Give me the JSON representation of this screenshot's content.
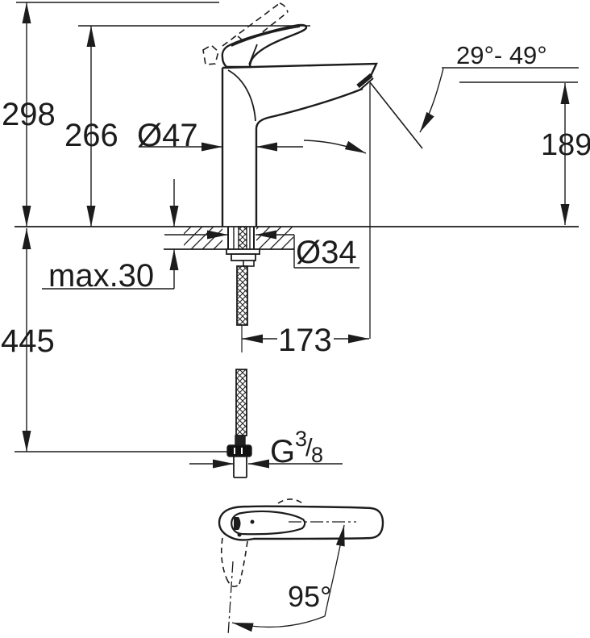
{
  "drawing": {
    "title": "single-lever basin mixer faucet installation dimension drawing",
    "colors": {
      "line": "#1c1c1c",
      "background": "#ffffff"
    },
    "dimensions": {
      "overall_height": "298",
      "handle_height": "266",
      "body_diameter": "Ø47",
      "spout_angle_range": "29°- 49°",
      "spout_outlet_height": "189",
      "max_deck_thickness": "max.30",
      "mounting_hole_diameter": "Ø34",
      "hose_length": "445",
      "spout_reach": "173",
      "handle_swivel_angle": "95°",
      "thread": {
        "prefix": "G",
        "numerator": "3",
        "slash": "/",
        "denominator": "8"
      }
    }
  }
}
